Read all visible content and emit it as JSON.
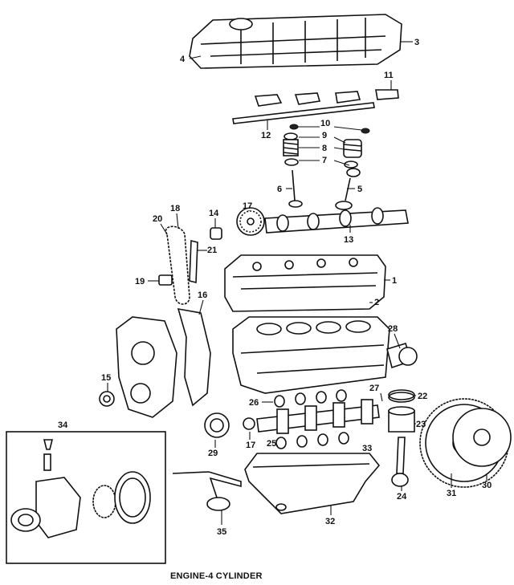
{
  "caption": "ENGINE-4 CYLINDER",
  "callouts": {
    "c1": "1",
    "c2": "2",
    "c3": "3",
    "c4": "4",
    "c5": "5",
    "c6": "6",
    "c7": "7",
    "c8": "8",
    "c9": "9",
    "c10": "10",
    "c11": "11",
    "c12": "12",
    "c13": "13",
    "c14": "14",
    "c15": "15",
    "c16": "16",
    "c17a": "17",
    "c17b": "17",
    "c18": "18",
    "c19": "19",
    "c20": "20",
    "c21": "21",
    "c22": "22",
    "c23": "23",
    "c24": "24",
    "c25": "25",
    "c26": "26",
    "c27": "27",
    "c28": "28",
    "c29": "29",
    "c30": "30",
    "c31": "31",
    "c32": "32",
    "c33": "33",
    "c34": "34",
    "c35": "35"
  }
}
